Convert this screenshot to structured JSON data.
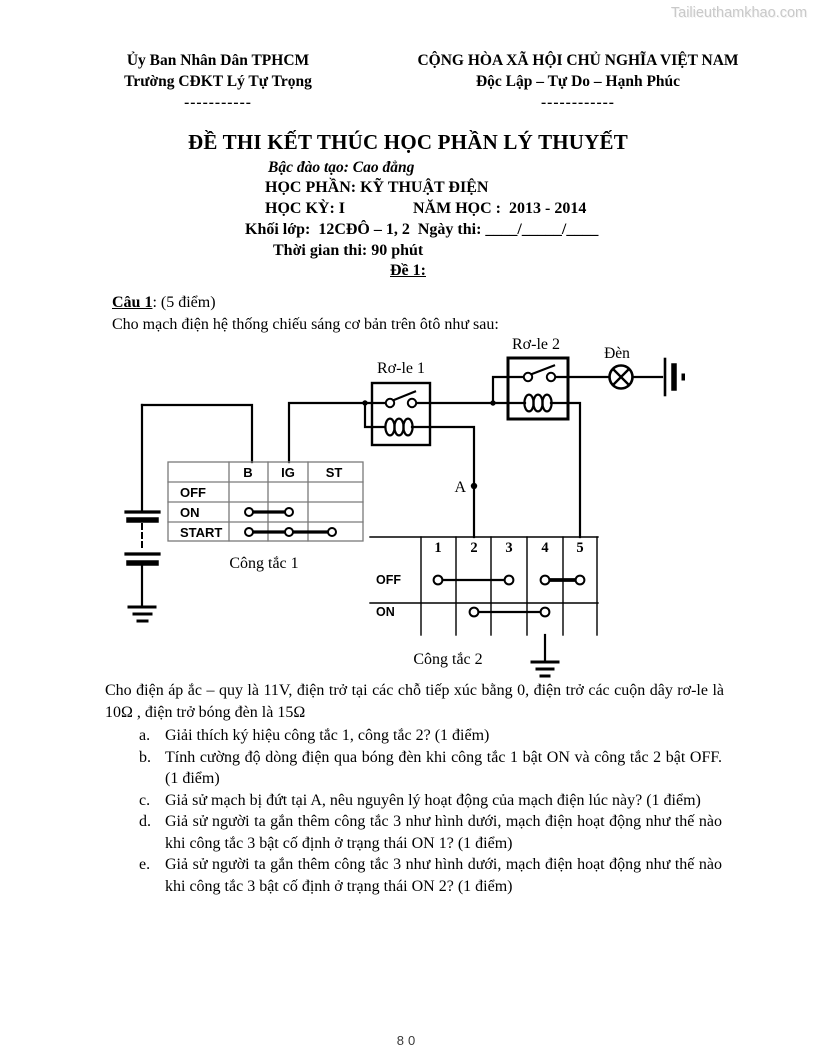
{
  "watermark": "Tailieuthamkhao.com",
  "header": {
    "left_line1": "Ủy Ban Nhân Dân TPHCM",
    "left_line2": "Trường CĐKT Lý Tự Trọng",
    "left_dashes": "-----------",
    "right_line1": "CỘNG HÒA XÃ HỘI CHỦ NGHĨA VIỆT NAM",
    "right_line2": "Độc Lập – Tự Do – Hạnh Phúc",
    "right_dashes": "------------"
  },
  "title_block": {
    "main_title": "ĐỀ THI KẾT THÚC HỌC PHẦN LÝ THUYẾT",
    "degree_level": "Bậc đào tạo: Cao đẳng",
    "course": "HỌC PHẦN: KỸ THUẬT ĐIỆN",
    "semester": "HỌC KỲ: I",
    "school_year": "NĂM HỌC :  2013 - 2014",
    "class_line": "Khối lớp:  12CĐÔ – 1, 2  Ngày thi: ____/_____/____",
    "duration": "Thời gian thi: 90 phút",
    "exam_code": "Đề 1:"
  },
  "question": {
    "label": "Câu 1",
    "points": ": (5 điểm)",
    "intro": "Cho mạch điện hệ thống chiếu sáng cơ bản trên ôtô như sau:"
  },
  "diagram": {
    "relay1_label": "Rơ-le 1",
    "relay2_label": "Rơ-le 2",
    "lamp_label": "Đèn",
    "point_a_label": "A",
    "switch1": {
      "caption": "Công tắc 1",
      "columns": [
        "B",
        "IG",
        "ST"
      ],
      "rows": [
        "OFF",
        "ON",
        "START"
      ],
      "connections": [
        "ON: B–IG",
        "START: B–IG–ST"
      ]
    },
    "switch2": {
      "caption": "Công tắc 2",
      "columns": [
        "1",
        "2",
        "3",
        "4",
        "5"
      ],
      "rows": [
        "OFF",
        "ON"
      ],
      "connections": [
        "OFF: 1–3, 4–5",
        "ON: 2–4"
      ]
    }
  },
  "body": {
    "given": "Cho điện áp ắc – quy là 11V, điện trở tại các chỗ tiếp xúc bằng 0, điện trở các cuộn dây rơ-le là 10Ω , điện trở bóng đèn là 15Ω"
  },
  "questions": {
    "items": [
      {
        "letter": "a.",
        "text": "Giải thích ký hiệu công tắc 1, công tắc 2? (1 điểm)"
      },
      {
        "letter": "b.",
        "text": "Tính cường độ dòng điện qua bóng đèn khi công tắc 1 bật ON và công tắc 2 bật OFF. (1 điểm)"
      },
      {
        "letter": "c.",
        "text": "Giả sử mạch bị đứt tại A, nêu nguyên lý hoạt động của mạch điện lúc này? (1 điểm)"
      },
      {
        "letter": "d.",
        "text": "Giả sử người ta gắn thêm công tắc 3 như hình dưới, mạch điện hoạt động như thế nào khi công tắc 3 bật cố định ở trạng thái ON 1? (1 điểm)"
      },
      {
        "letter": "e.",
        "text": "Giả sử người ta gắn thêm công tắc 3 như hình dưới, mạch điện hoạt động như thế nào khi công tắc 3 bật cố định ở trạng thái ON 2? (1 điểm)"
      }
    ]
  },
  "footer": {
    "page_number": "80"
  }
}
